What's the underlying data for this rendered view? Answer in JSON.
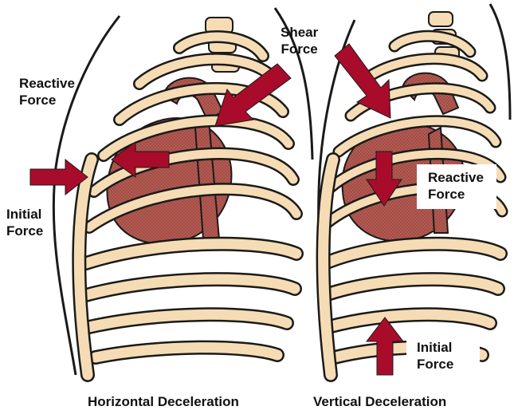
{
  "colors": {
    "bone": "#f6dcb4",
    "bone_outline": "#1a1a1a",
    "heart": "#b25a52",
    "arrow": "#a80c2a",
    "label_text": "#111111",
    "background": "#ffffff"
  },
  "left_panel": {
    "caption": "Horizontal Deceleration",
    "labels": {
      "reactive": [
        "Reactive",
        "Force"
      ],
      "initial": [
        "Initial",
        "Force"
      ],
      "shear": [
        "Shear",
        "Force"
      ]
    }
  },
  "right_panel": {
    "caption": "Vertical Deceleration",
    "labels": {
      "reactive": [
        "Reactive",
        "Force"
      ],
      "initial": [
        "Initial",
        "Force"
      ]
    }
  },
  "icons": {
    "arrow": "red-force-arrow",
    "organ": "heart-aorta",
    "ribs": "rib-cage"
  }
}
